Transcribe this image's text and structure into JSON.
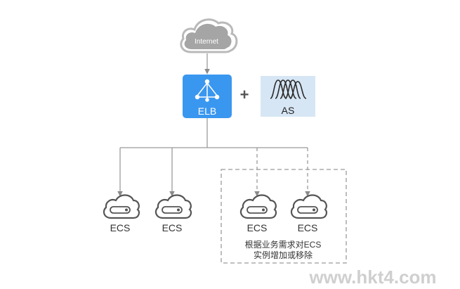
{
  "internet": {
    "label": "Internet"
  },
  "elb": {
    "label": "ELB"
  },
  "plus": {
    "symbol": "+"
  },
  "as": {
    "label": "AS"
  },
  "ecs_nodes": [
    {
      "label": "ECS"
    },
    {
      "label": "ECS"
    },
    {
      "label": "ECS"
    },
    {
      "label": "ECS"
    }
  ],
  "scaling_note": {
    "line1": "根据业务需求对ECS",
    "line2": "实例增加或移除"
  },
  "watermark": {
    "text": "www.hkt4.com"
  },
  "colors": {
    "elb_box": "#3a97f0",
    "as_box": "#d6e6f4",
    "cloud_fill": "#a5a5a5",
    "line": "#9a9a9a",
    "ecs_stroke": "#5a5a5a",
    "text_dark": "#333333"
  }
}
